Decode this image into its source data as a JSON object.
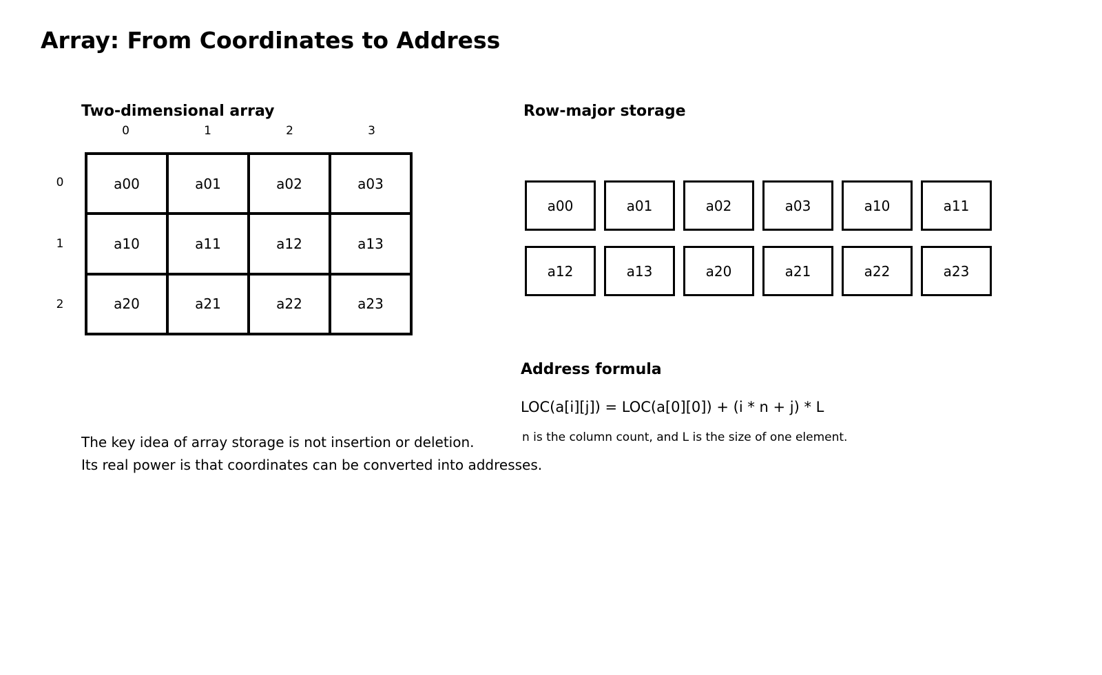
{
  "title": "Array: From Coordinates to Address",
  "left_panel": {
    "heading": "Two-dimensional array",
    "col_labels": [
      "0",
      "1",
      "2",
      "3"
    ],
    "row_labels": [
      "0",
      "1",
      "2"
    ],
    "cells": [
      [
        "a00",
        "a01",
        "a02",
        "a03"
      ],
      [
        "a10",
        "a11",
        "a12",
        "a13"
      ],
      [
        "a20",
        "a21",
        "a22",
        "a23"
      ]
    ]
  },
  "right_panel": {
    "heading": "Row-major storage",
    "rows": [
      [
        "a00",
        "a01",
        "a02",
        "a03",
        "a10",
        "a11"
      ],
      [
        "a12",
        "a13",
        "a20",
        "a21",
        "a22",
        "a23"
      ]
    ]
  },
  "formula_section": {
    "heading": "Address formula",
    "formula": "LOC(a[i][j]) = LOC(a[0][0]) + (i * n + j) * L",
    "note": "n is the column count, and L is the size of one element."
  },
  "footer": {
    "line1": "The key idea of array storage is not insertion or deletion.",
    "line2": "Its real power is that coordinates can be converted into addresses."
  },
  "colors": {
    "background": "#ffffff",
    "foreground": "#000000"
  }
}
